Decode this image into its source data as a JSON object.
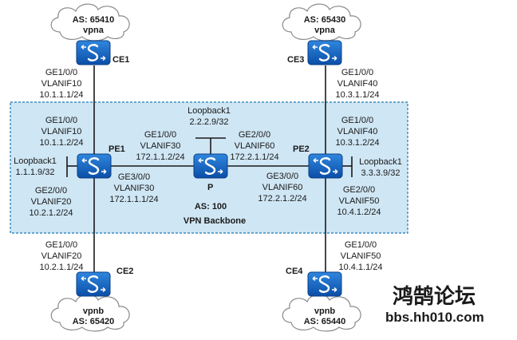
{
  "colors": {
    "backbone_fill": "#cfe6f4",
    "backbone_border": "#1a7ab8",
    "device_blue": "#1466c1",
    "link": "#1a1a1a",
    "watermark": "#3f74c8"
  },
  "backbone": {
    "as_label": "AS: 100",
    "name": "VPN Backbone"
  },
  "devices": {
    "ce1": {
      "name": "CE1",
      "icon": "router-icon"
    },
    "ce2": {
      "name": "CE2",
      "icon": "router-icon"
    },
    "ce3": {
      "name": "CE3",
      "icon": "router-icon"
    },
    "ce4": {
      "name": "CE4",
      "icon": "router-icon"
    },
    "pe1": {
      "name": "PE1",
      "icon": "router-icon"
    },
    "pe2": {
      "name": "PE2",
      "icon": "router-icon"
    },
    "p": {
      "name": "P",
      "icon": "router-icon"
    }
  },
  "clouds": {
    "vpna_left": {
      "as": "AS: 65410",
      "vpn": "vpna"
    },
    "vpna_right": {
      "as": "AS: 65430",
      "vpn": "vpna"
    },
    "vpnb_left": {
      "vpn": "vpnb",
      "as": "AS: 65420"
    },
    "vpnb_right": {
      "vpn": "vpnb",
      "as": "AS: 65440"
    }
  },
  "interfaces": {
    "ce1_ge": {
      "lines": [
        "GE1/0/0",
        "VLANIF10",
        "10.1.1.1/24"
      ]
    },
    "pe1_ge1": {
      "lines": [
        "GE1/0/0",
        "VLANIF10",
        "10.1.1.2/24"
      ]
    },
    "pe1_loop": {
      "lines": [
        "Loopback1",
        "1.1.1.9/32"
      ]
    },
    "pe1_ge2": {
      "lines": [
        "GE2/0/0",
        "VLANIF20",
        "10.2.1.2/24"
      ]
    },
    "pe1_ge3": {
      "lines": [
        "GE3/0/0",
        "VLANIF30",
        "172.1.1.1/24"
      ]
    },
    "p_loop": {
      "lines": [
        "Loopback1",
        "2.2.2.9/32"
      ]
    },
    "p_ge1": {
      "lines": [
        "GE1/0/0",
        "VLANIF30",
        "172.1.1.2/24"
      ]
    },
    "p_ge2": {
      "lines": [
        "GE2/0/0",
        "VLANIF60",
        "172.2.1.1/24"
      ]
    },
    "pe2_ge3": {
      "lines": [
        "GE3/0/0",
        "VLANIF60",
        "172.2.1.2/24"
      ]
    },
    "pe2_ge1": {
      "lines": [
        "GE1/0/0",
        "VLANIF40",
        "10.3.1.2/24"
      ]
    },
    "pe2_loop": {
      "lines": [
        "Loopback1",
        "3.3.3.9/32"
      ]
    },
    "pe2_ge2": {
      "lines": [
        "GE2/0/0",
        "VLANIF50",
        "10.4.1.2/24"
      ]
    },
    "ce3_ge": {
      "lines": [
        "GE1/0/0",
        "VLANIF40",
        "10.3.1.1/24"
      ]
    },
    "ce2_ge": {
      "lines": [
        "GE1/0/0",
        "VLANIF20",
        "10.2.1.1/24"
      ]
    },
    "ce4_ge": {
      "lines": [
        "GE1/0/0",
        "VLANIF50",
        "10.4.1.1/24"
      ]
    }
  },
  "watermark": {
    "cn": "鸿鹄论坛",
    "url": "bbs.hh010.com"
  }
}
